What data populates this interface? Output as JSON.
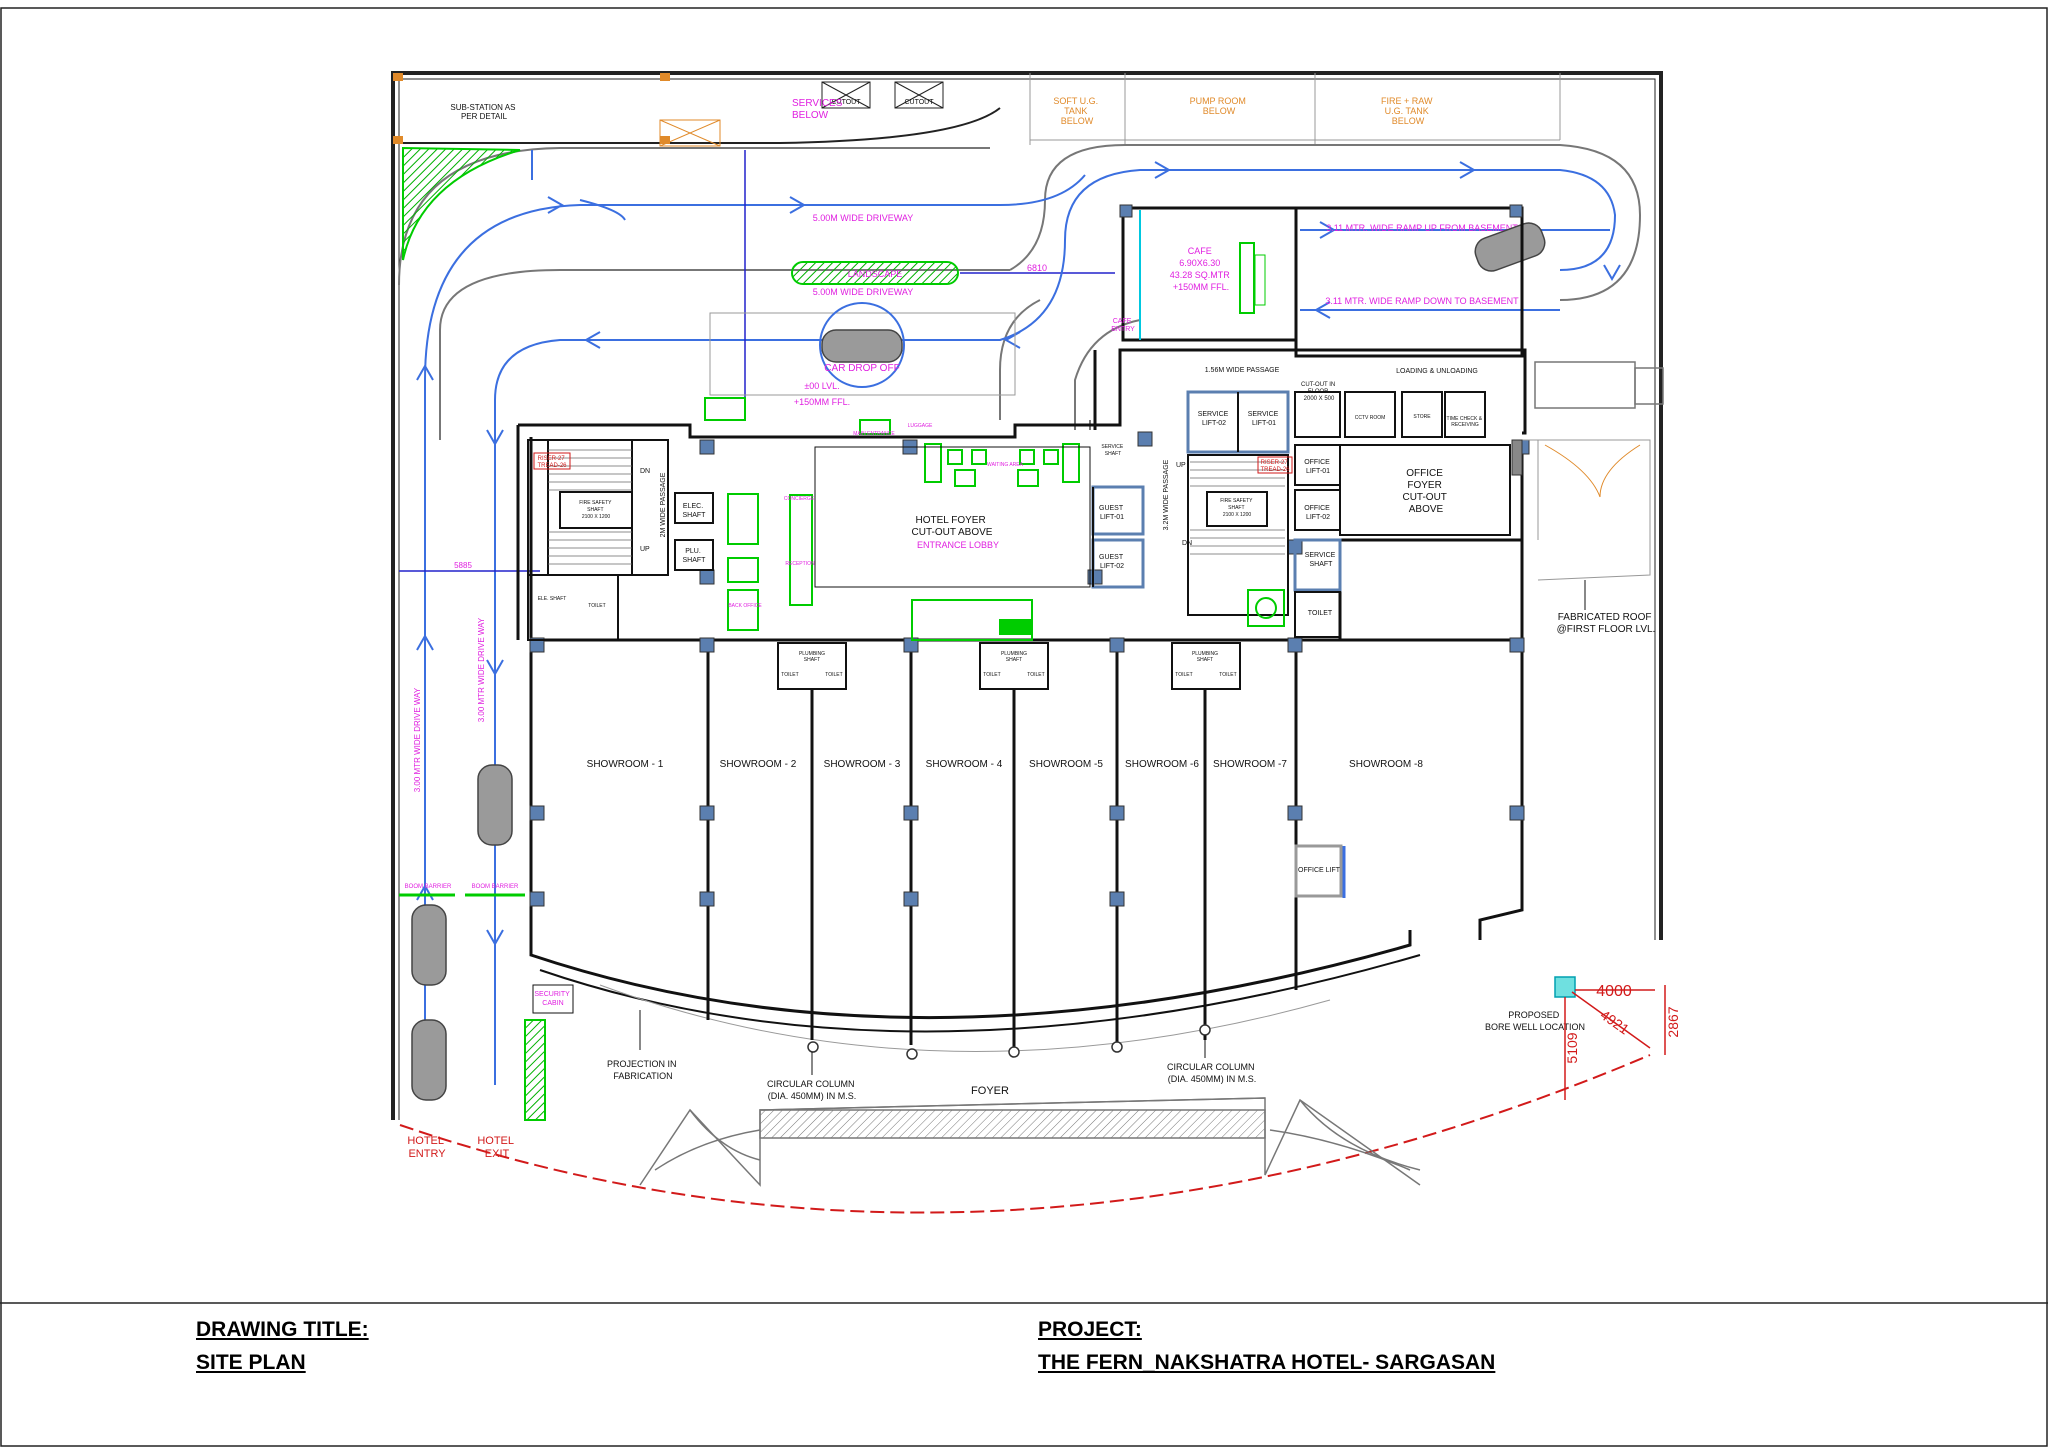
{
  "title_block": {
    "drawing_title_label": "DRAWING TITLE:",
    "drawing_title": "SITE PLAN",
    "project_label": "PROJECT:",
    "project_name": "THE FERN_NAKSHATRA HOTEL- SARGASAN"
  },
  "labels": {
    "substation": [
      "SUB-STATION AS",
      "PER DETAIL"
    ],
    "services_below": [
      "SERVICES",
      "BELOW"
    ],
    "cutout": "CUTOUT",
    "soft_ug_tank": [
      "SOFT U.G.",
      "TANK",
      "BELOW"
    ],
    "pump_room": [
      "PUMP ROOM",
      "BELOW"
    ],
    "fire_raw_tank": [
      "FIRE + RAW",
      "U.G. TANK",
      "BELOW"
    ],
    "driveway_top": "5.00M WIDE DRIVEWAY",
    "driveway_mid": "5.00M WIDE DRIVEWAY",
    "landscape": "LANDSCAPE",
    "dim_6810": "6810",
    "car_drop_off": "CAR DROP OFF",
    "level_00": "±00 LVL.",
    "ffl_150": "+150MM FFL.",
    "cafe": [
      "CAFE",
      "6.90X6.30",
      "43.28 SQ.MTR",
      "+150MM FFL."
    ],
    "cafe_entry": [
      "CAFE",
      "ENTRY"
    ],
    "ramp_up": "3.11 MTR. WIDE RAMP UP FROM BASEMENT",
    "ramp_down": "3.11 MTR. WIDE RAMP DOWN TO BASEMENT",
    "passage_156": "1.56M WIDE PASSAGE",
    "cutout_floor": [
      "CUT-OUT IN",
      "FLOOR",
      "2000 X 500"
    ],
    "loading": "LOADING & UNLOADING",
    "service_lift_02": [
      "SERVICE",
      "LIFT-02"
    ],
    "service_lift_01": [
      "SERVICE",
      "LIFT-01"
    ],
    "cctv_room": "CCTV ROOM",
    "store": "STORE",
    "time_check": [
      "TIME CHECK &",
      "RECEIVING"
    ],
    "office_lift_01": [
      "OFFICE",
      "LIFT-01"
    ],
    "office_lift_02": [
      "OFFICE",
      "LIFT-02"
    ],
    "office_foyer": [
      "OFFICE",
      "FOYER",
      "CUT-OUT",
      "ABOVE"
    ],
    "service_shaft": [
      "SERVICE",
      "SHAFT"
    ],
    "toilet": "TOILET",
    "fabricated_roof": [
      "FABRICATED ROOF",
      "@FIRST FLOOR LVL."
    ],
    "riser_left": [
      "RISER-27",
      "TREAD-26"
    ],
    "riser_right": [
      "RISER-27",
      "TREAD-26"
    ],
    "fire_safety_shaft": [
      "FIRE SAFETY",
      "SHAFT",
      "2100 X 1200"
    ],
    "dn": "DN",
    "up": "UP",
    "passage_2m": "2M WIDE PASSAGE",
    "passage_3_2": "3.2M WIDE PASSAGE",
    "elec_shaft": [
      "ELEC.",
      "SHAFT"
    ],
    "plu_shaft": [
      "PLU.",
      "SHAFT"
    ],
    "ele_shaft_small": "ELE. SHAFT",
    "hotel_foyer": [
      "HOTEL FOYER",
      "CUT-OUT ABOVE"
    ],
    "entrance_lobby": "ENTRANCE LOBBY",
    "guest_lift_01": [
      "GUEST",
      "LIFT-01"
    ],
    "guest_lift_02": [
      "GUEST",
      "LIFT-02"
    ],
    "reception": "RECEPTION",
    "concierge": "CONCIERGE",
    "back_office": "BACK OFFICE",
    "waiting_area": "WAITING AREA",
    "main_entrance": "MAIN ENTRANCE",
    "luggage": "LUGGAGE",
    "showrooms": [
      "SHOWROOM - 1",
      "SHOWROOM - 2",
      "SHOWROOM - 3",
      "SHOWROOM - 4",
      "SHOWROOM -5",
      "SHOWROOM -6",
      "SHOWROOM -7",
      "SHOWROOM -8"
    ],
    "plumbing_shaft": [
      "PLUMBING",
      "SHAFT"
    ],
    "office_lift": "OFFICE LIFT",
    "drive_way_left": "3.00 MTR WIDE DRIVE WAY",
    "drive_way_right": "3.00 MTR WIDE DRIVE WAY",
    "boom_barrier": "BOOM BARRIER",
    "security_cabin": [
      "SECURITY",
      "CABIN"
    ],
    "hotel_entry": [
      "HOTEL",
      "ENTRY"
    ],
    "hotel_exit": [
      "HOTEL",
      "EXIT"
    ],
    "projection": [
      "PROJECTION IN",
      "FABRICATION"
    ],
    "circular_column": [
      "CIRCULAR COLUMN",
      "(DIA. 450MM) IN M.S."
    ],
    "foyer": "FOYER",
    "bore_well": [
      "PROPOSED",
      "BORE WELL LOCATION"
    ],
    "dim_4000": "4000",
    "dim_4921": "4921",
    "dim_2867": "2867",
    "dim_5109": "5109",
    "dim_5885": "5885"
  },
  "colors": {
    "line": "#111111",
    "green": "#00cc00",
    "magenta": "#e020e0",
    "blue": "#3b6fe0",
    "orange": "#e08a2a",
    "red": "#d21a1a",
    "column": "#5b7fb0",
    "cyan": "#00c8e0"
  }
}
